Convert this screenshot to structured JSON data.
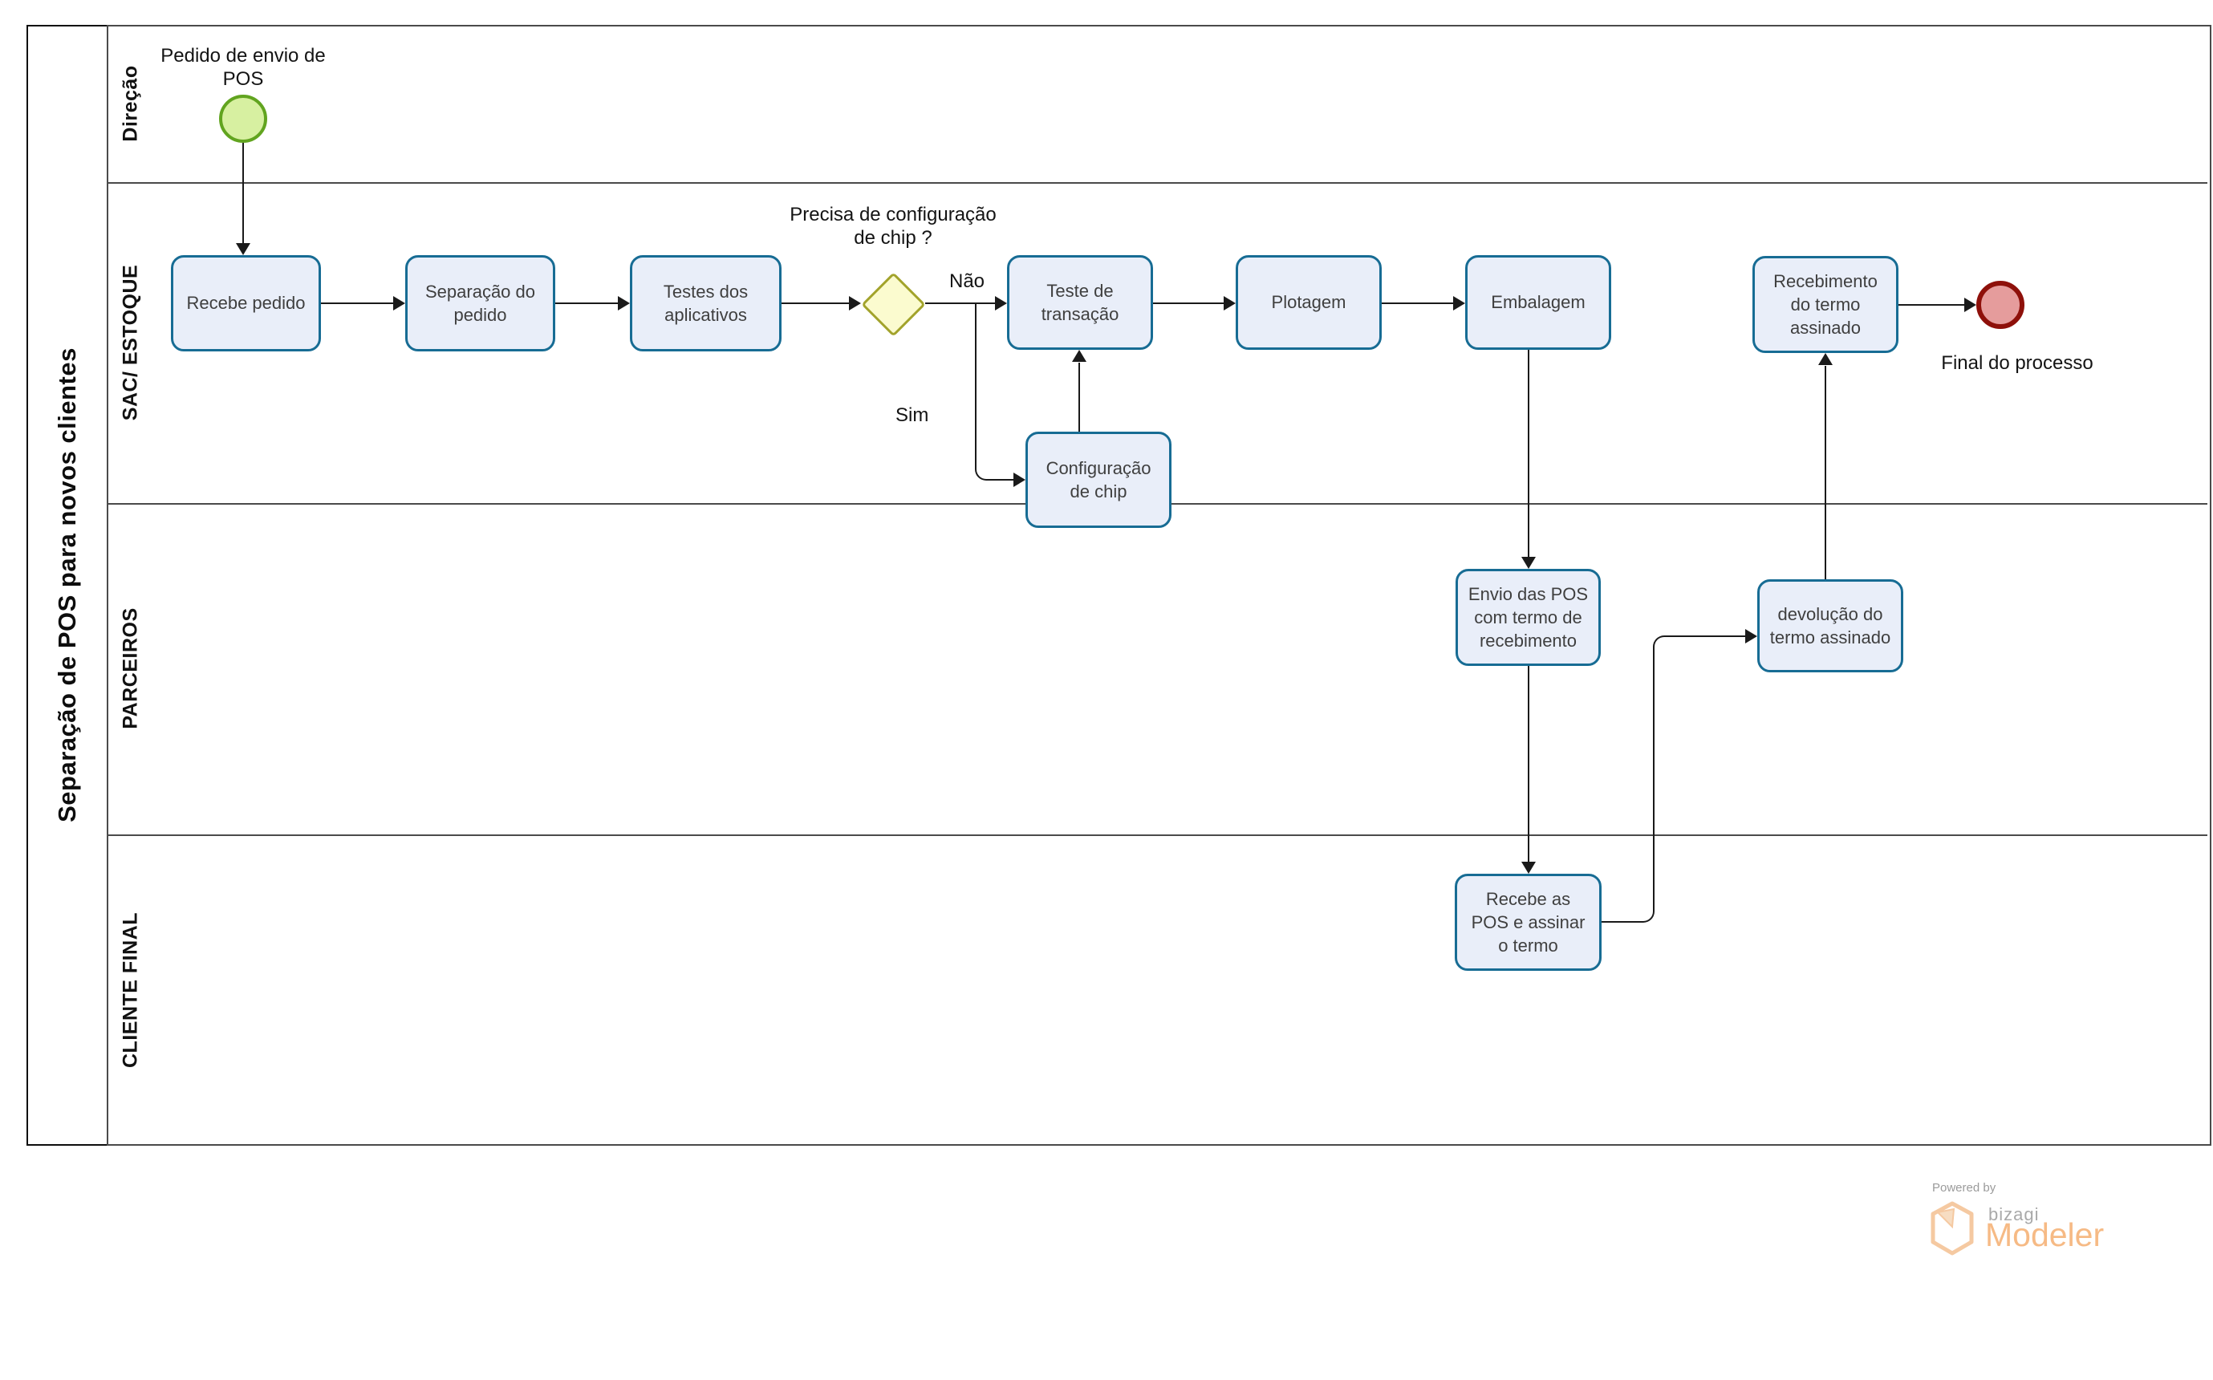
{
  "pool": {
    "title": "Separação de POS para novos clientes"
  },
  "lanes": [
    {
      "label": "Direção"
    },
    {
      "label": "SAC/ ESTOQUE"
    },
    {
      "label": "PARCEIROS"
    },
    {
      "label": "CLIENTE FINAL"
    }
  ],
  "events": {
    "start": {
      "label": "Pedido de envio de POS"
    },
    "end": {
      "label": "Final do processo"
    }
  },
  "gateway": {
    "label": "Precisa de configuração de chip ?",
    "no_label": "Não",
    "yes_label": "Sim"
  },
  "tasks": [
    {
      "label": "Recebe pedido"
    },
    {
      "label": "Separação do pedido"
    },
    {
      "label": "Testes dos aplicativos"
    },
    {
      "label": "Teste de transação"
    },
    {
      "label": "Plotagem"
    },
    {
      "label": "Embalagem"
    },
    {
      "label": "Configuração de chip"
    },
    {
      "label": "Envio das POS com termo de recebimento"
    },
    {
      "label": "Recebimento do termo assinado"
    },
    {
      "label": "devolução do termo assinado"
    },
    {
      "label": "Recebe as POS e assinar o termo"
    }
  ],
  "branding": {
    "powered_by": "Powered by",
    "brand": "bizagi",
    "product": "Modeler"
  },
  "colors": {
    "task_fill": "#E9EEF9",
    "task_border": "#176C94",
    "gateway_fill": "#FBFBCF",
    "gateway_border": "#A2A32B",
    "start_fill": "#D7F0A1",
    "start_border": "#61A41F",
    "end_fill": "#E59C9C",
    "end_border": "#8E100A",
    "connector": "#1A1A1A",
    "lane_border": "#4A4A4A",
    "brand_orange": "#F6BA85",
    "brand_gray": "#A9A9A9"
  }
}
